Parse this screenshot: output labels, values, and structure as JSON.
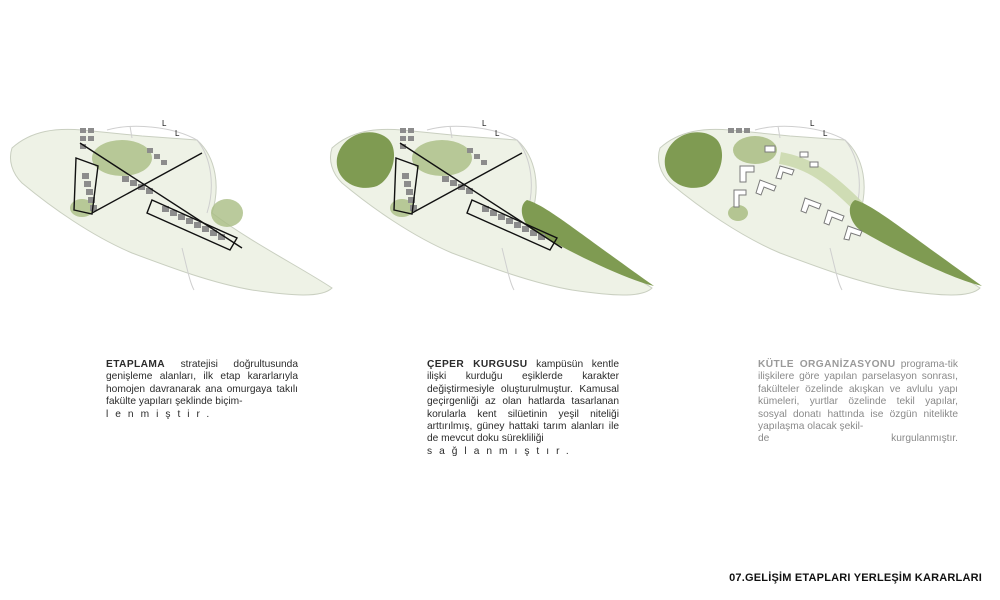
{
  "panels": [
    {
      "title": "ETAPLAMA",
      "body": "stratejisi doğrultusunda genişleme alanları, ilk etap kararlarıyla homojen davranarak ana omurgaya takılı fakülte yapıları şeklinde biçim-",
      "tail": "lenmiştir."
    },
    {
      "title": "ÇEPER KURGUSU",
      "body": "kampüsün kentle ilişki kurduğu eşiklerde karakter değiştirmesiyle oluşturulmuştur. Kamusal geçirgenliği az olan hatlarda tasarlanan korularla kent silüetinin yeşil niteliği arttırılmış, güney hattaki tarım alanları ile de mevcut doku sürekliliği",
      "tail": "sağlanmıştır."
    },
    {
      "title": "KÜTLE ORGANİZASYONU",
      "body": "programa-tik ilişkilere göre yapılan parselasyon sonrası, fakülteler özelinde akışkan ve avlulu yapı kümeleri, yurtlar özelinde tekil yapılar, sosyal donatı hattında ise özgün nitelikte yapılaşma olacak şekil-",
      "tail": "de kurgulanmıştır."
    }
  ],
  "sheet_title": "07.GELİŞİM ETAPLARI YERLEŞİM KARARLARI",
  "colors": {
    "site": "#eef2e6",
    "site_outline": "#c9cfc0",
    "green_dark": "#7f9b52",
    "green_light": "#a9bd83",
    "building": "#8c8c8c",
    "axis": "#111111"
  }
}
